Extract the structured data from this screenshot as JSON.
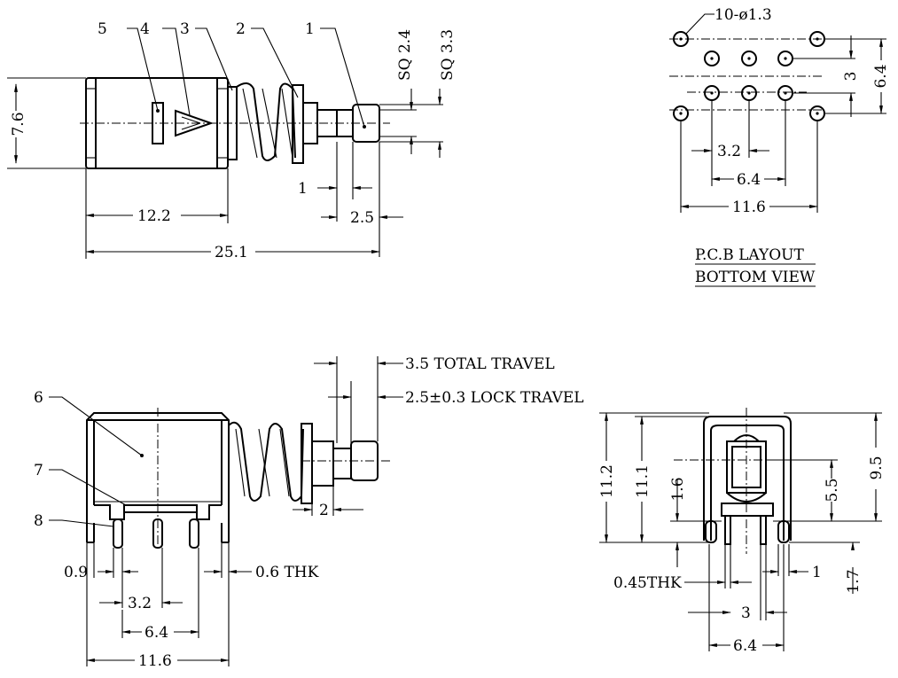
{
  "callouts": {
    "c1": "1",
    "c2": "2",
    "c3": "3",
    "c4": "4",
    "c5": "5",
    "c6": "6",
    "c7": "7",
    "c8": "8"
  },
  "top_view": {
    "height": "7.6",
    "body_len": "12.2",
    "total_len": "25.1",
    "sq1": "SQ 2.4",
    "sq2": "SQ 3.3",
    "d_1": "1",
    "d_2_5": "2.5"
  },
  "pcb": {
    "holes_note": "10-ø1.3",
    "pitch_small": "3.2",
    "pitch_mid": "6.4",
    "pitch_wide": "11.6",
    "row_gap": "3",
    "row_total": "6.4",
    "title_line1": "P.C.B LAYOUT",
    "title_line2": "BOTTOM VIEW"
  },
  "side_view": {
    "total_travel": "3.5 TOTAL TRAVEL",
    "lock_travel": "2.5±0.3 LOCK TRAVEL",
    "d_2": "2",
    "d_0_9": "0.9",
    "thk": "0.6 THK",
    "pitch_small": "3.2",
    "pitch_mid": "6.4",
    "pitch_wide": "11.6"
  },
  "end_view": {
    "h_11_2": "11.2",
    "h_11_1": "11.1",
    "h_1_6": "1.6",
    "h_5_5": "5.5",
    "h_9_5": "9.5",
    "thk": "0.45THK",
    "d_1": "1",
    "d_1_7": "1.7",
    "pitch_small": "3",
    "pitch_mid": "6.4"
  }
}
